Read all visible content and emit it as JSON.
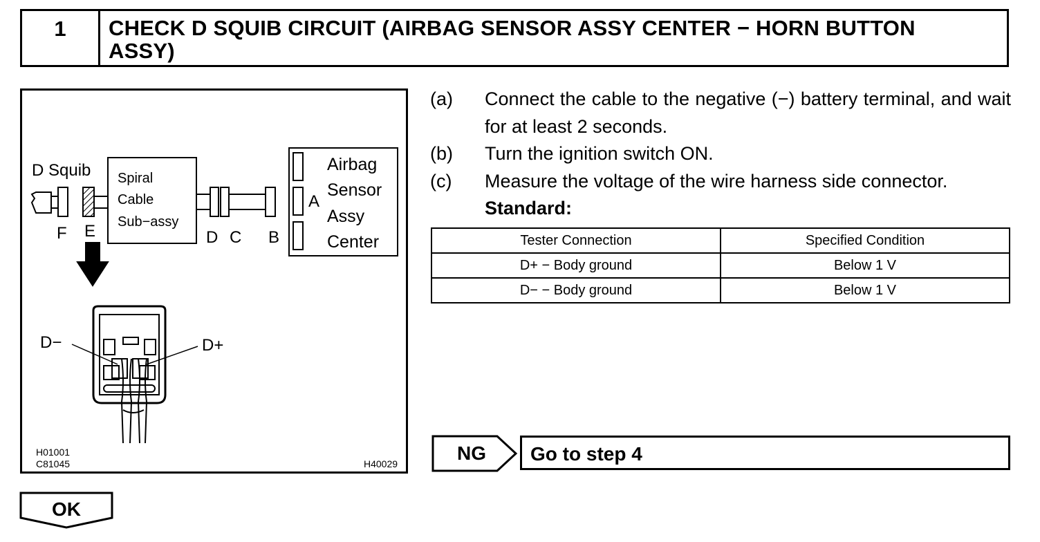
{
  "header": {
    "step_number": "1",
    "title_line1": "CHECK D SQUIB CIRCUIT (AIRBAG SENSOR ASSY CENTER − HORN BUTTON",
    "title_line2": "ASSY)"
  },
  "figure": {
    "label_d_squib": "D Squib",
    "spiral_cable": [
      "Spiral",
      "Cable",
      "Sub−assy"
    ],
    "airbag_sensor": [
      "Airbag",
      "Sensor",
      "Assy",
      "Center"
    ],
    "connector_a": "A",
    "connector_b": "B",
    "connector_c": "C",
    "connector_d": "D",
    "connector_e": "E",
    "connector_f": "F",
    "terminal_dminus": "D−",
    "terminal_dplus": "D+",
    "code1": "H01001",
    "code2": "C81045",
    "code3": "H40029"
  },
  "steps": [
    {
      "letter": "(a)",
      "text": "Connect the cable to the negative (−) battery terminal, and wait for at least 2 seconds."
    },
    {
      "letter": "(b)",
      "text": "Turn the ignition switch ON."
    },
    {
      "letter": "(c)",
      "text": "Measure the voltage of the wire harness side connector."
    }
  ],
  "standard_label": "Standard:",
  "table": {
    "headers": [
      "Tester Connection",
      "Specified Condition"
    ],
    "rows": [
      [
        "D+ − Body ground",
        "Below 1 V"
      ],
      [
        "D− − Body ground",
        "Below 1 V"
      ]
    ]
  },
  "ng_label": "NG",
  "goto_text": "Go to step 4",
  "ok_label": "OK"
}
